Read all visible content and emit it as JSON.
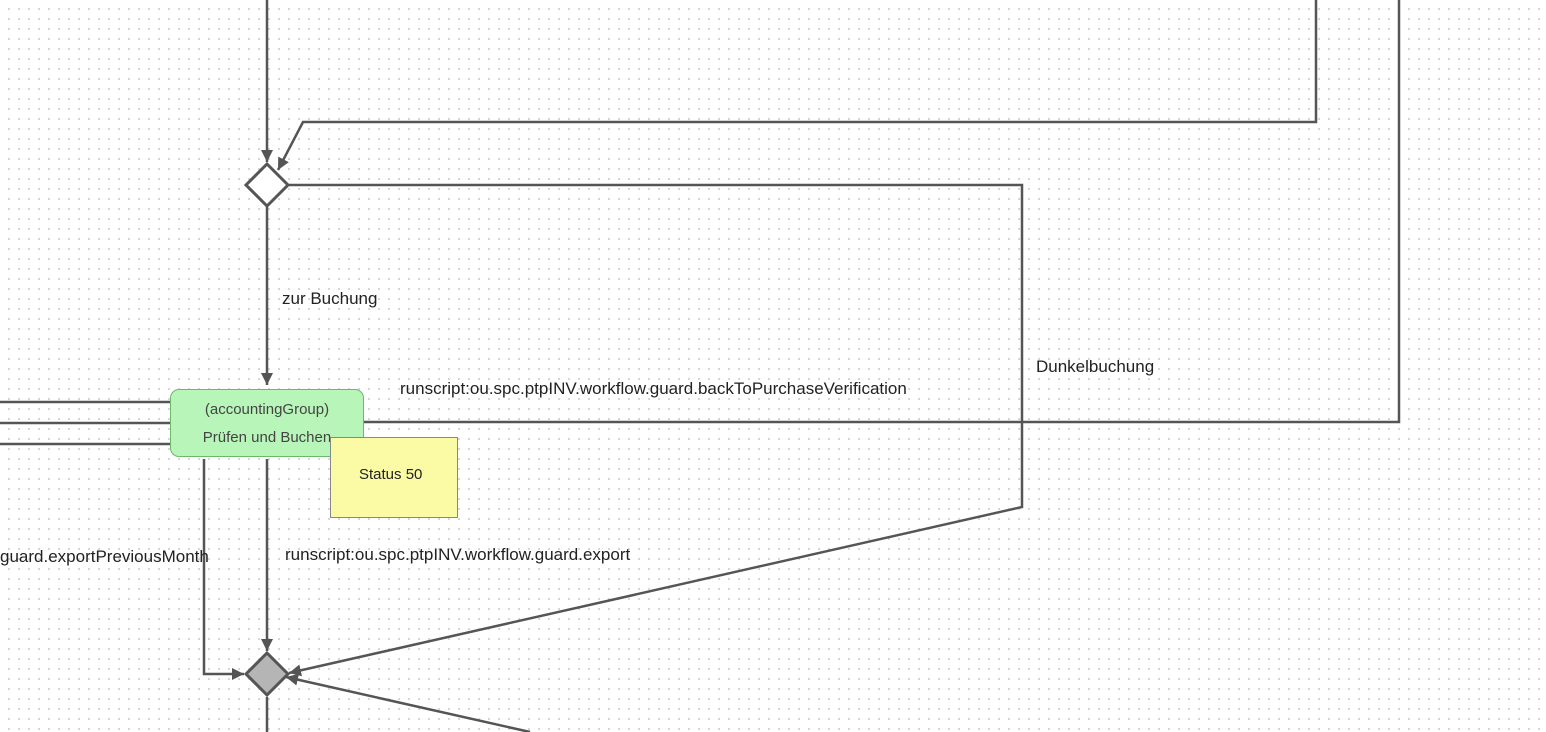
{
  "diagram": {
    "task": {
      "group": "(accountingGroup)",
      "name": "Prüfen und Buchen"
    },
    "note": "Status 50",
    "labels": {
      "zur_buchung": "zur Buchung",
      "dunkelbuchung": "Dunkelbuchung",
      "back_to_purchase": "runscript:ou.spc.ptpINV.workflow.guard.backToPurchaseVerification",
      "export_previous": "guard.exportPreviousMonth",
      "export": "runscript:ou.spc.ptpINV.workflow.guard.export"
    },
    "colors": {
      "line": "#555555",
      "task_fill": "#b8f5b8",
      "task_border": "#6cb96c",
      "note_fill": "#fbfba6",
      "gateway_merge_fill": "#b5b5b5"
    }
  }
}
